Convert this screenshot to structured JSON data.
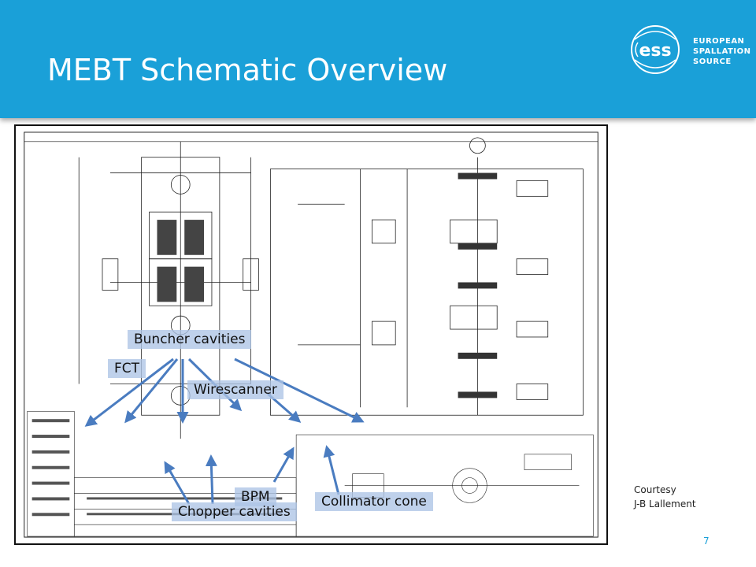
{
  "slide": {
    "title": "MEBT Schematic Overview",
    "page_number": "7"
  },
  "logo": {
    "line1": "EUROPEAN",
    "line2": "SPALLATION",
    "line3": "SOURCE",
    "mark": "ess"
  },
  "labels": {
    "buncher": "Buncher cavities",
    "fct": "FCT",
    "wirescanner": "Wirescanner",
    "bpm": "BPM",
    "chopper": "Chopper cavities",
    "collimator": "Collimator cone"
  },
  "courtesy": {
    "line1": "Courtesy",
    "line2": "J-B Lallement"
  },
  "colors": {
    "header": "#1aa0d8",
    "arrow": "#4a7cc0",
    "label_bg": "#adc4e5"
  }
}
